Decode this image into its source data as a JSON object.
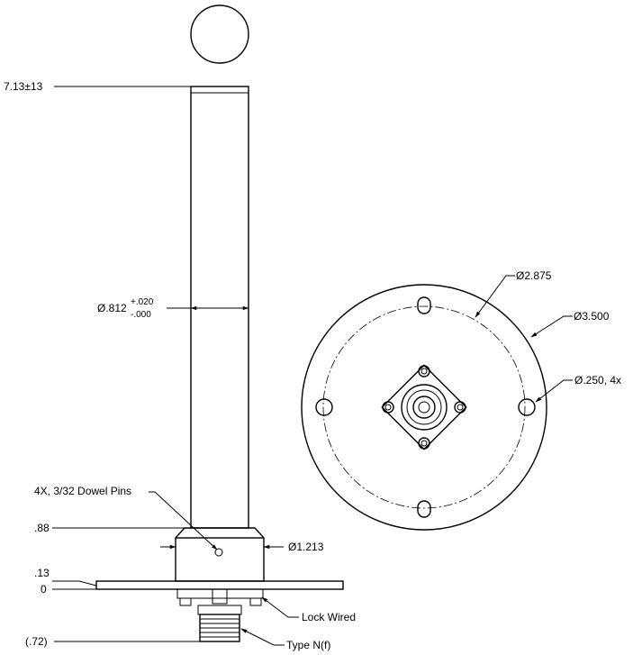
{
  "dimensions": {
    "overall_height": "7.13±13",
    "tube_diameter_prefix": "Ø.812",
    "tube_tol_plus": "+.020",
    "tube_tol_minus": "-.000",
    "dowel_pins": "4X, 3/32 Dowel Pins",
    "collar_height": ".88",
    "collar_diameter": "Ø1.213",
    "flange_top": ".13",
    "datum_zero": "0",
    "connector_ref": "(.72)",
    "bolt_circle": "Ø2.875",
    "flange_diameter": "Ø3.500",
    "hole_diameter": "Ø.250, 4x"
  },
  "callouts": {
    "lock_wired": "Lock Wired",
    "connector_type": "Type N(f)"
  }
}
